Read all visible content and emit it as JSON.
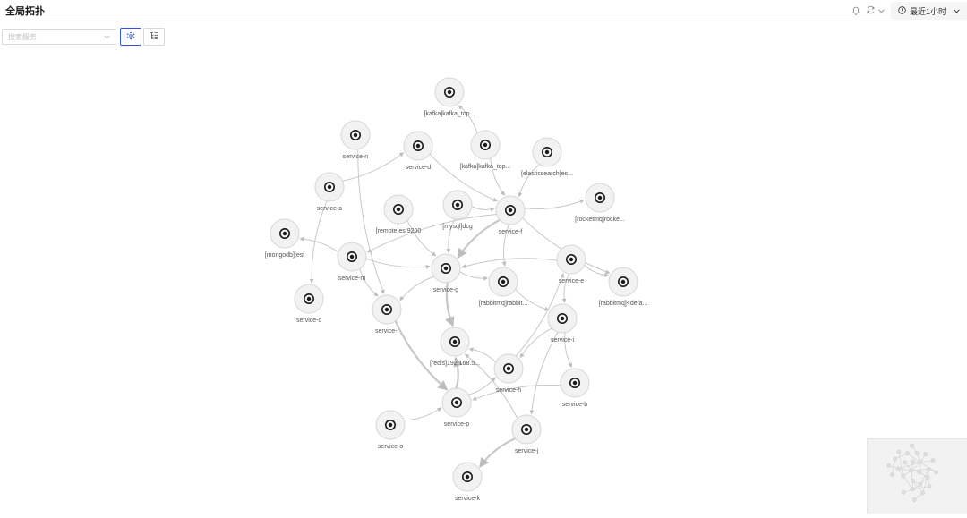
{
  "header": {
    "title": "全局拓扑",
    "time_range": "最近1小时",
    "icons": [
      "bell-icon",
      "refresh-icon",
      "chevron-down-icon",
      "clock-icon"
    ]
  },
  "toolbar": {
    "search_placeholder": "搜索服务",
    "view_modes": [
      "graph-view",
      "tree-view"
    ],
    "active_view": "graph-view"
  },
  "colors": {
    "accent": "#2f54eb",
    "node_fill": "#f2f2f2",
    "node_stroke": "#d6d6d6",
    "edge": "#c8c8c8",
    "label": "#555555"
  },
  "graph": {
    "nodes": [
      {
        "id": "kafka1",
        "label": "[kafka]kafka_top..."
      },
      {
        "id": "n",
        "label": "service-n"
      },
      {
        "id": "d",
        "label": "service-d"
      },
      {
        "id": "kafka2",
        "label": "[kafka]kafka_top..."
      },
      {
        "id": "es",
        "label": "[elasticsearch]es..."
      },
      {
        "id": "a",
        "label": "service-a"
      },
      {
        "id": "rocket",
        "label": "[rocketmq]rocke..."
      },
      {
        "id": "remote",
        "label": "[remote]es:9200"
      },
      {
        "id": "mysql",
        "label": "[mysql]dcg"
      },
      {
        "id": "f",
        "label": "service-f"
      },
      {
        "id": "mongo",
        "label": "[mongodb]test"
      },
      {
        "id": "m",
        "label": "service-m"
      },
      {
        "id": "g",
        "label": "service-g"
      },
      {
        "id": "e",
        "label": "service-e"
      },
      {
        "id": "rabbitdef",
        "label": "[rabbitmq]<defa..."
      },
      {
        "id": "rabbit",
        "label": "[rabbitmq]rabbit..."
      },
      {
        "id": "c",
        "label": "service-c"
      },
      {
        "id": "l",
        "label": "service-l"
      },
      {
        "id": "i",
        "label": "service-i"
      },
      {
        "id": "redis",
        "label": "[redis]192.168.5..."
      },
      {
        "id": "h",
        "label": "service-h"
      },
      {
        "id": "b",
        "label": "service-b"
      },
      {
        "id": "p",
        "label": "service-p"
      },
      {
        "id": "o",
        "label": "service-o"
      },
      {
        "id": "j",
        "label": "service-j"
      },
      {
        "id": "k",
        "label": "service-k"
      }
    ],
    "edges": [
      [
        "kafka2",
        "kafka1"
      ],
      [
        "d",
        "f"
      ],
      [
        "kafka2",
        "f"
      ],
      [
        "es",
        "f"
      ],
      [
        "f",
        "rocket"
      ],
      [
        "f",
        "rabbitdef"
      ],
      [
        "f",
        "g"
      ],
      [
        "f",
        "m"
      ],
      [
        "f",
        "rabbit"
      ],
      [
        "mysql",
        "f"
      ],
      [
        "a",
        "d"
      ],
      [
        "a",
        "c"
      ],
      [
        "n",
        "l"
      ],
      [
        "remote",
        "g"
      ],
      [
        "mysql",
        "g"
      ],
      [
        "m",
        "mongo"
      ],
      [
        "m",
        "g"
      ],
      [
        "m",
        "l"
      ],
      [
        "g",
        "l"
      ],
      [
        "e",
        "g"
      ],
      [
        "g",
        "rabbit"
      ],
      [
        "e",
        "rabbitdef"
      ],
      [
        "e",
        "i"
      ],
      [
        "rabbit",
        "i"
      ],
      [
        "g",
        "redis"
      ],
      [
        "i",
        "h"
      ],
      [
        "i",
        "b"
      ],
      [
        "i",
        "j"
      ],
      [
        "h",
        "redis"
      ],
      [
        "p",
        "h"
      ],
      [
        "b",
        "p"
      ],
      [
        "o",
        "p"
      ],
      [
        "j",
        "k"
      ],
      [
        "j",
        "redis"
      ],
      [
        "l",
        "p"
      ],
      [
        "p",
        "redis"
      ],
      [
        "h",
        "e"
      ]
    ]
  }
}
